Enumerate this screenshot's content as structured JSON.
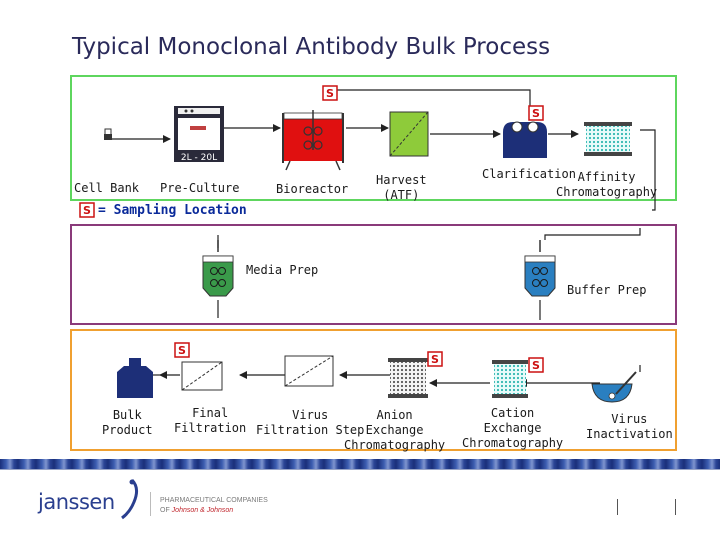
{
  "title": "Typical Monoclonal Antibody Bulk Process",
  "sampling_marker": "S",
  "legend": {
    "text": "= Sampling Location"
  },
  "upstream": {
    "cell_bank": "Cell Bank",
    "pre_culture": "Pre-Culture",
    "pre_culture_volume": "2L - 20L",
    "bioreactor": "Bioreactor",
    "harvest": "Harvest\n(ATF)",
    "clarification": "Clarification",
    "affinity": "Affinity\nChromatography"
  },
  "prep": {
    "media_prep": "Media Prep",
    "buffer_prep": "Buffer Prep"
  },
  "downstream": {
    "bulk_product": "Bulk\nProduct",
    "final_filtration": "Final\nFiltration",
    "virus_filtration": "Virus\nFiltration Step",
    "anion_exchange": "Anion\nExchange\nChromatography",
    "cation_exchange": "Cation\nExchange\nChromatography",
    "virus_inactivation": "Virus\nInactivation"
  },
  "footer": {
    "brand": "janssen",
    "tagline_line1": "PHARMACEUTICAL COMPANIES",
    "tagline_of": "OF ",
    "tagline_jj": "Johnson & Johnson"
  },
  "colors": {
    "upstream_border": "#5ed65e",
    "prep_border": "#8a3a7a",
    "downstream_border": "#f0a030",
    "sampling_red": "#cc1111",
    "bioreactor_red": "#e01010",
    "navy": "#1d2f78",
    "green_vessel": "#3a9a4a",
    "blue_vessel": "#2a7fc0",
    "filter_green": "#8ecb3a"
  }
}
